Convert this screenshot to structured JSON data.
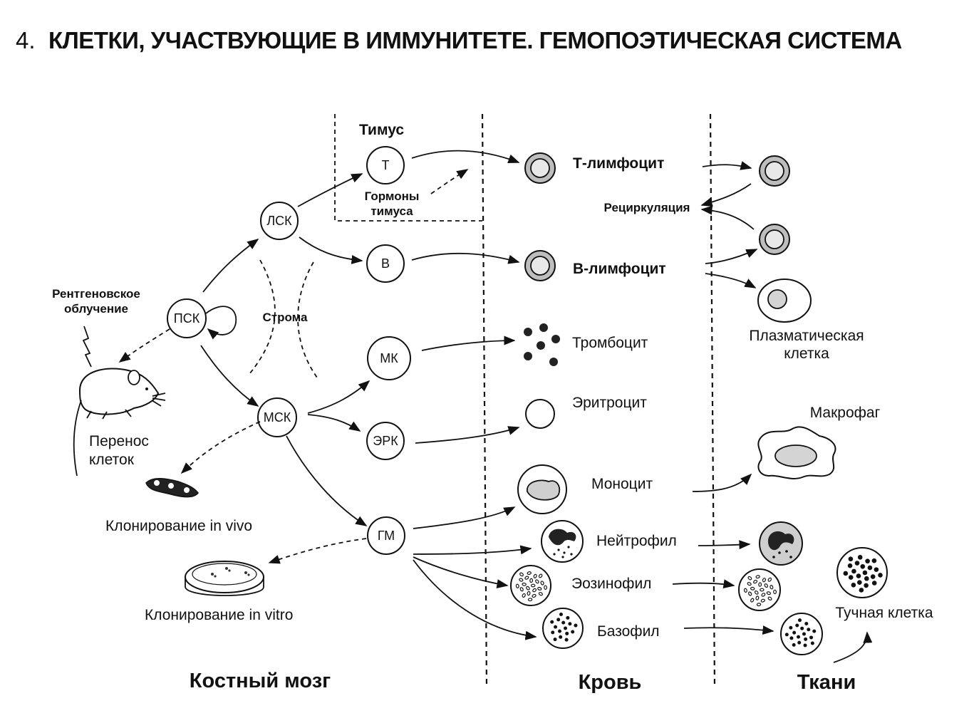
{
  "title": {
    "number": "4.",
    "text": "КЛЕТКИ, УЧАСТВУЮЩИЕ В ИММУНИТЕТЕ. ГЕМОПОЭТИЧЕСКАЯ СИСТЕМА"
  },
  "progenitors": {
    "psk": "ПСК",
    "lsk": "ЛСК",
    "msk": "МСК",
    "t": "Т",
    "b": "В",
    "mk": "МК",
    "erk": "ЭРК",
    "gm": "ГМ"
  },
  "labels": {
    "thymus": "Тимус",
    "thymus_hormones_1": "Гормоны",
    "thymus_hormones_2": "тимуса",
    "stroma": "Строма",
    "xray_1": "Рентгеновское",
    "xray_2": "облучение",
    "transfer_1": "Перенос",
    "transfer_2": "клеток",
    "clone_vivo": "Клонирование in vivo",
    "clone_vitro": "Клонирование in vitro",
    "recirculation": "Рециркуляция"
  },
  "blood_cells": {
    "t_lymph": "Т-лимфоцит",
    "b_lymph": "В-лимфоцит",
    "platelet": "Тромбоцит",
    "erythrocyte": "Эритроцит",
    "monocyte": "Моноцит",
    "neutrophil": "Нейтрофил",
    "eosinophil": "Эозинофил",
    "basophil": "Базофил"
  },
  "tissue_cells": {
    "plasma_1": "Плазматическая",
    "plasma_2": "клетка",
    "macrophage": "Макрофаг",
    "mast": "Тучная клетка"
  },
  "sections": {
    "bone_marrow": "Костный мозг",
    "blood": "Кровь",
    "tissues": "Ткани"
  },
  "colors": {
    "ink": "#111111",
    "cell_fill": "#d4d4d4"
  }
}
